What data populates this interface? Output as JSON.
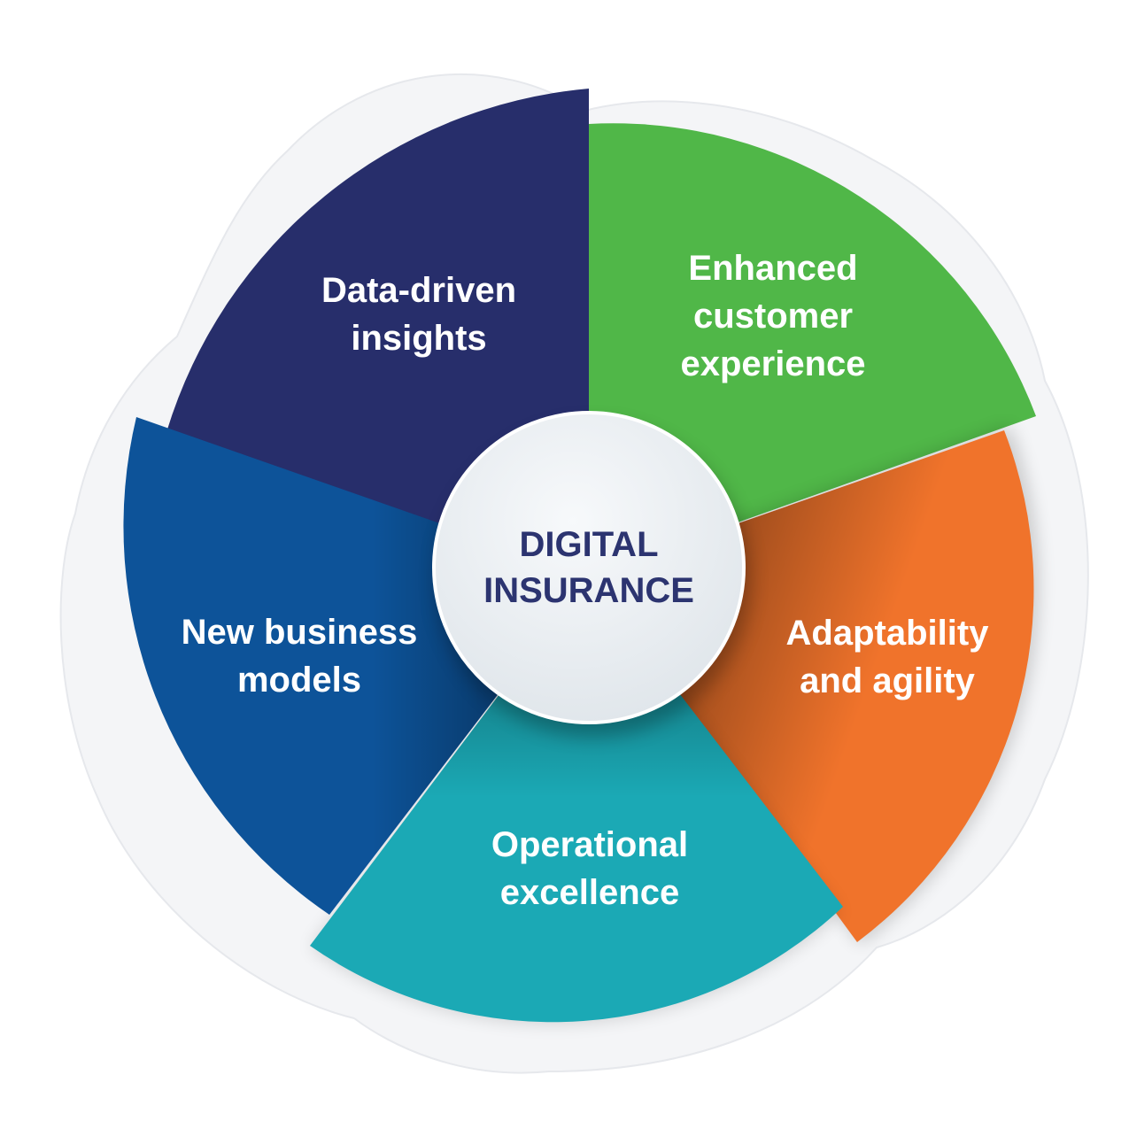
{
  "center": {
    "line1": "DIGITAL",
    "line2": "INSURANCE"
  },
  "segments": [
    {
      "id": "data",
      "lines": [
        "Data-driven",
        "insights"
      ],
      "color": "#272e6b"
    },
    {
      "id": "customer",
      "lines": [
        "Enhanced",
        "customer",
        "experience"
      ],
      "color": "#50b748"
    },
    {
      "id": "agility",
      "lines": [
        "Adaptability",
        "and agility"
      ],
      "color": "#f0732b"
    },
    {
      "id": "operational",
      "lines": [
        "Operational",
        "excellence"
      ],
      "color": "#1ba9b5"
    },
    {
      "id": "business",
      "lines": [
        "New business",
        "models"
      ],
      "color": "#0d5399"
    }
  ],
  "colors": {
    "hub_text": "#2c3470",
    "hub_fill": "#eef2f6",
    "backdrop": "#f4f5f7"
  }
}
